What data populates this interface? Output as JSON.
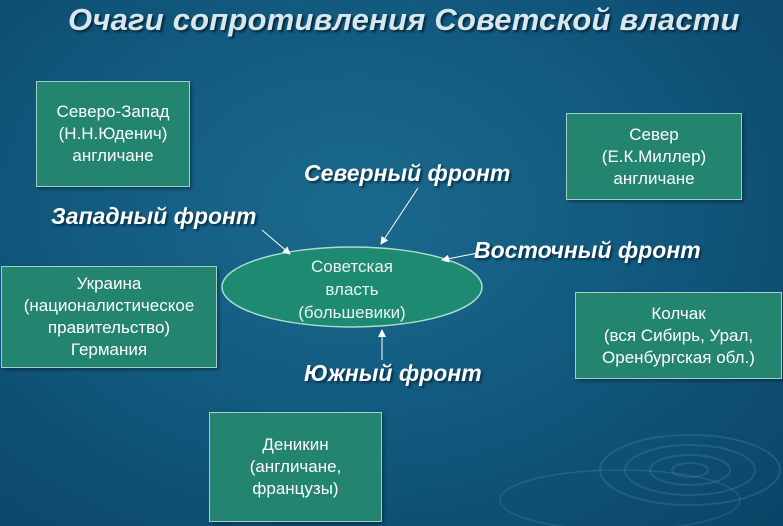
{
  "title": "Очаги сопротивления Советской власти",
  "center": {
    "lines": [
      "Советская",
      "власть",
      "(большевики)"
    ]
  },
  "fronts": {
    "north": "Северный фронт",
    "west": "Западный фронт",
    "east": "Восточный фронт",
    "south": "Южный фронт"
  },
  "boxes": {
    "northwest": [
      "Северо-Запад",
      "(Н.Н.Юденич)",
      "англичане"
    ],
    "north": [
      "Север",
      "(Е.К.Миллер)",
      "англичане"
    ],
    "ukraine": [
      "Украина",
      "(националистическое",
      "правительство)",
      "Германия"
    ],
    "kolchak": [
      "Колчак",
      "(вся Сибирь, Урал,",
      "Оренбургская обл.)"
    ],
    "denikin": [
      "Деникин",
      "(англичане,",
      "французы)"
    ]
  },
  "colors": {
    "box_fill": "#238470",
    "ellipse_fill": "#1f8a72",
    "arrow": "#ffffff"
  }
}
